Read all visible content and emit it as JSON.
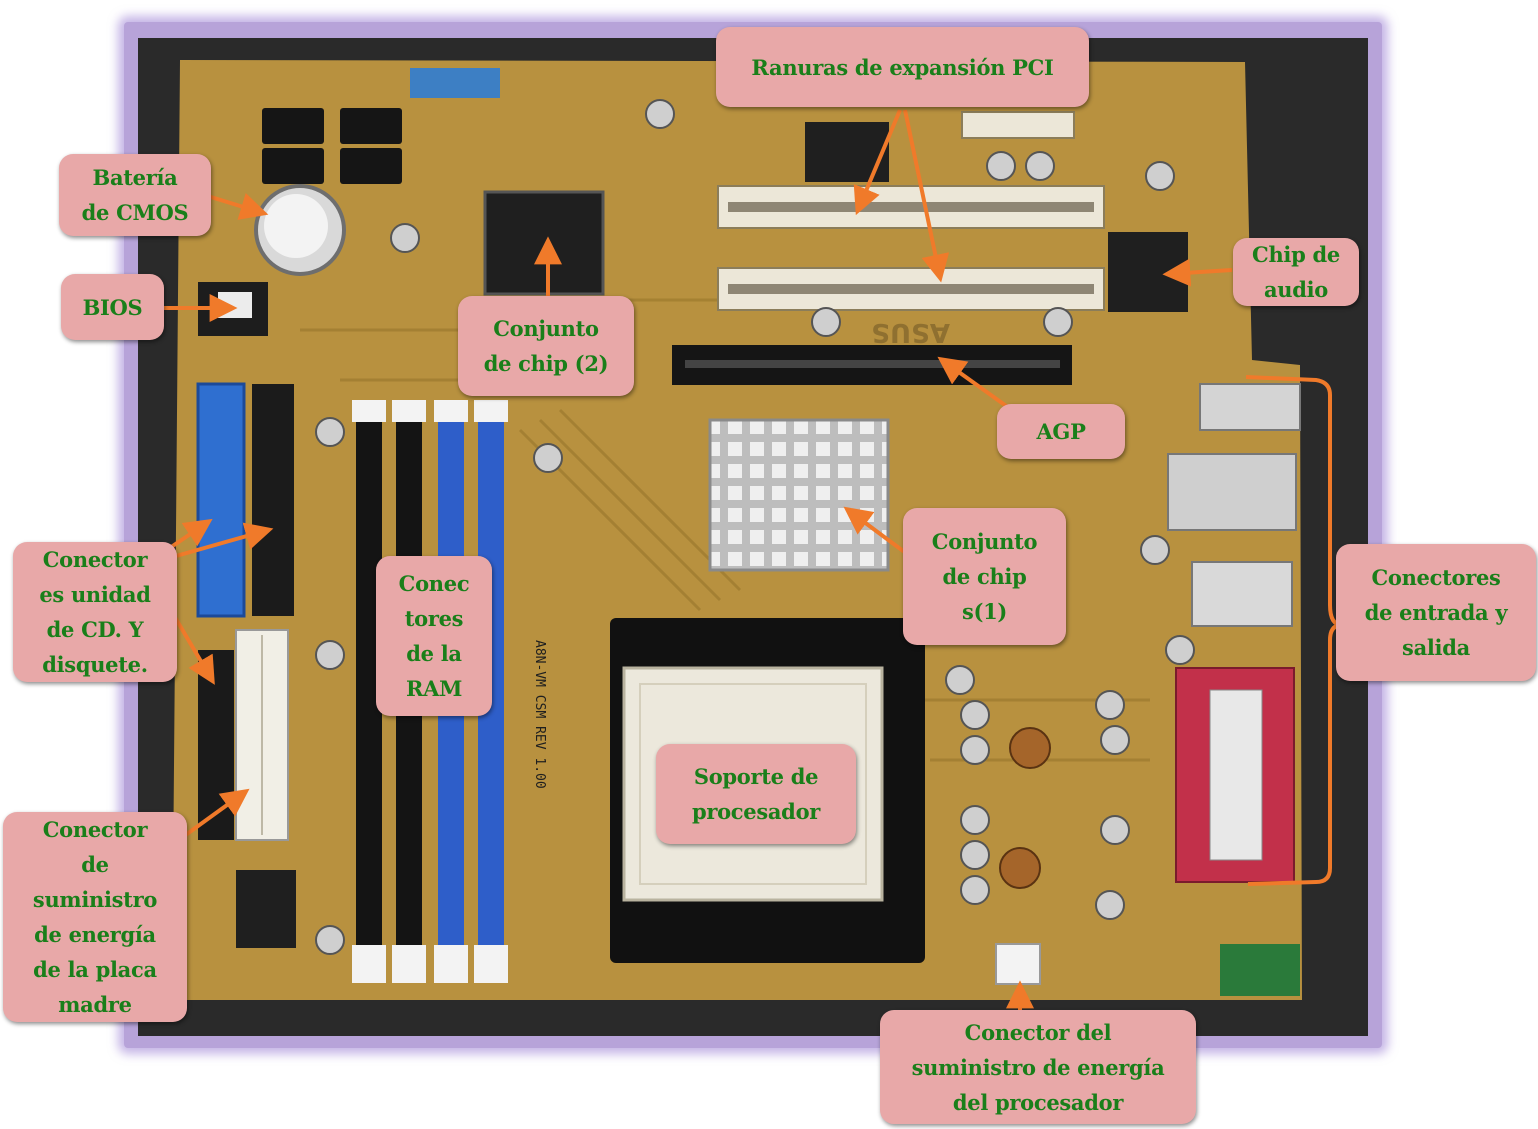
{
  "labels": {
    "pci": "Ranuras de expansión PCI",
    "cmos": "Batería\nde CMOS",
    "bios": "BIOS",
    "chipset2": "Conjunto\nde chip (2)",
    "audio": "Chip de\naudio",
    "agp": "AGP",
    "chipset1": "Conjunto\nde chip\ns(1)",
    "drives": "Conector\nes unidad\nde CD.  Y\ndisquete.",
    "ram": "Conec\ntores\nde la\nRAM",
    "io": "Conectores\nde entrada y\nsalida",
    "cpu_socket": "Soporte de\nprocesador",
    "mb_power": "Conector\nde\nsuministro\nde energía\nde la placa\nmadre",
    "cpu_power": "Conector del\nsuministro de energía\ndel procesador"
  },
  "board_silkscreen": {
    "brand": "ASUS",
    "model": "A8N-VM CSM REV 1.00"
  },
  "colors": {
    "label_bg": "#e8a8a8",
    "label_text": "#1a7f1a",
    "arrow": "#f07a2a",
    "board": "#b08a3a",
    "frame": "#b7a3d9"
  }
}
